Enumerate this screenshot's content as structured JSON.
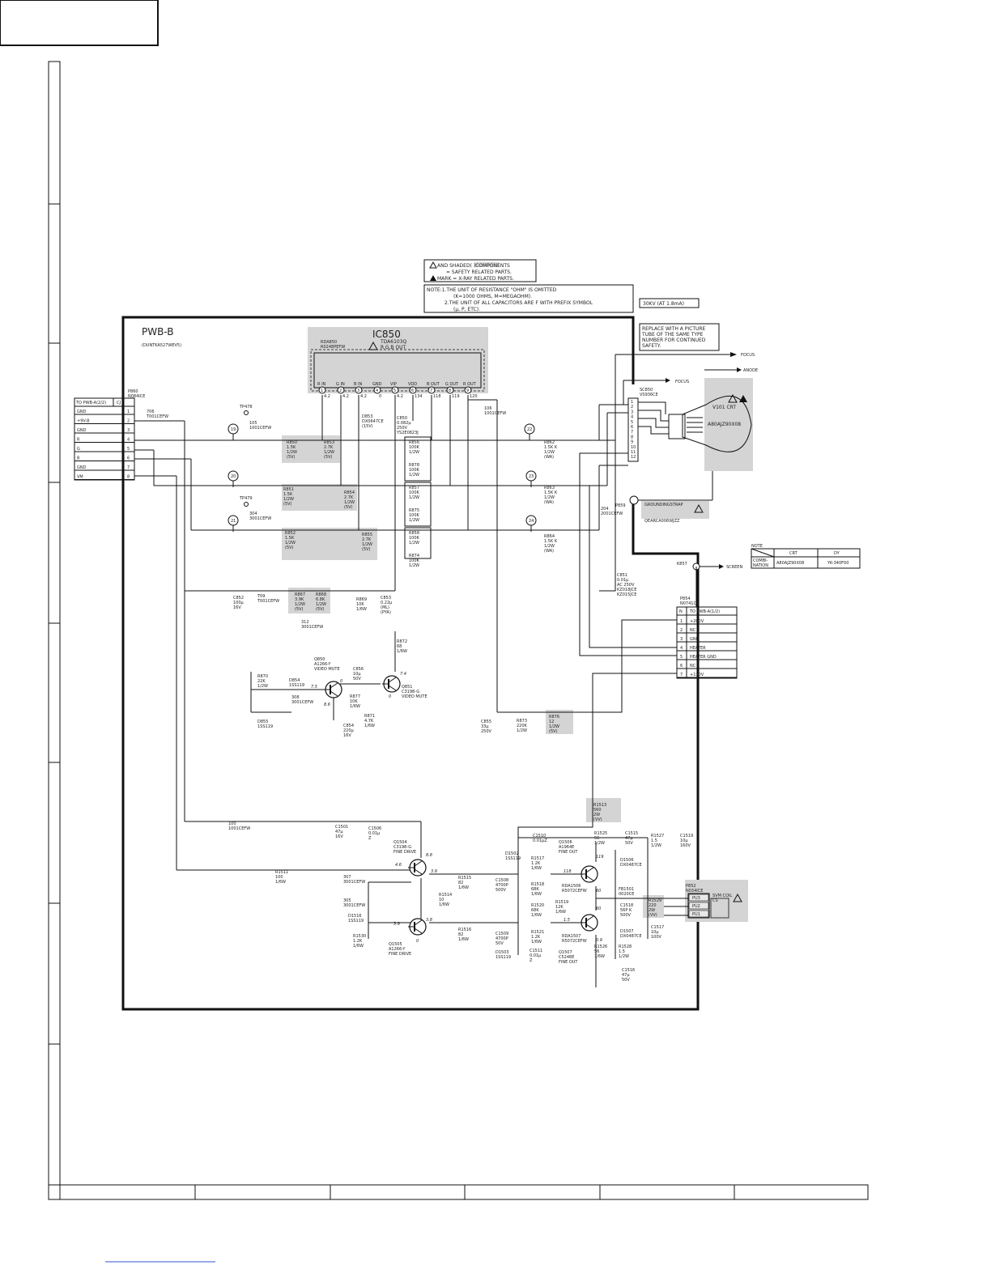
{
  "board": {
    "name": "PWB-B",
    "code": "(DUNTKA527WEV5)"
  },
  "notes": {
    "safety_1": "AND SHADED(        )COMPONENTS",
    "safety_2": "= SAFETY RELATED PARTS.",
    "safety_3": "MARK = X-RAY RELATED PARTS.",
    "note_1": "NOTE:1.THE UNIT OF RESISTANCE \"OHM\" IS OMITTED",
    "note_2": "(K=1000 OHMS, M=MEGAOHM).",
    "note_3": "2.THE UNIT OF ALL CAPACITORS ARE F WITH PREFIX SYMBOL",
    "note_4": "(μ, P, ETC).",
    "hv": "30KV (AT 1.8mA)",
    "replace_1": "REPLACE WITH A PICTURE",
    "replace_2": "TUBE OF THE SAME TYPE",
    "replace_3": "NUMBER FOR CONTINUED",
    "replace_4": "SAFETY."
  },
  "ic": {
    "name": "IC850",
    "part": "TDA6103Q",
    "func": "R.G.B OUT",
    "alt_1": "RDA850",
    "alt_2": "R0248PEFW",
    "pins": [
      "R IN",
      "G IN",
      "B IN",
      "GND",
      "VIP",
      "VDD",
      "B OUT",
      "G OUT",
      "R OUT"
    ],
    "pin_numbers": [
      "1",
      "2",
      "3",
      "4",
      "5",
      "6",
      "7",
      "8",
      "9"
    ],
    "pin_volts": [
      "4.2",
      "4.2",
      "4.2",
      "0",
      "4.2",
      "134",
      "118",
      "119",
      "120"
    ]
  },
  "connector_in": {
    "ref": "P860",
    "part": "N084ICE",
    "header": "TO PWB-A(2/2)",
    "header_id": "CJ",
    "pins": [
      {
        "name": "GND",
        "num": "1"
      },
      {
        "name": "+9V-B",
        "num": "2"
      },
      {
        "name": "GND",
        "num": "3"
      },
      {
        "name": "R",
        "num": "4"
      },
      {
        "name": "G",
        "num": "5"
      },
      {
        "name": "B",
        "num": "6"
      },
      {
        "name": "GND",
        "num": "7"
      },
      {
        "name": "VM",
        "num": "8"
      }
    ]
  },
  "connector_out": {
    "ref": "P854",
    "part": "N0741CE",
    "header_id": "N",
    "header": "TO PWB-A(1/2)",
    "pins": [
      {
        "num": "1",
        "name": "+200V"
      },
      {
        "num": "2",
        "name": "NC"
      },
      {
        "num": "3",
        "name": "GND"
      },
      {
        "num": "4",
        "name": "HEATER"
      },
      {
        "num": "5",
        "name": "HEATER GND"
      },
      {
        "num": "6",
        "name": "NC"
      },
      {
        "num": "7",
        "name": "+130V"
      }
    ]
  },
  "socket": {
    "ref": "SC850",
    "part": "VS936CE",
    "pins": [
      "1",
      "2",
      "3",
      "4",
      "5",
      "6",
      "7",
      "8",
      "9",
      "10",
      "11",
      "12"
    ]
  },
  "crt": {
    "ref": "V101 CRT",
    "part": "A80AJZ90X08",
    "focus": "FOCUS",
    "anode": "ANODE",
    "focus2": "FOCUS",
    "screen": "SCREEN"
  },
  "ground": {
    "ref": "P859",
    "label": "GROUNDINGSTRAP",
    "part": "QEARCA006WJZZ"
  },
  "k857": "K857",
  "combination": {
    "title": "NOTE",
    "col1": "CRT",
    "col2": "DY",
    "row_label_1": "COMBI-",
    "row_label_2": "NATION",
    "crt": "A80AJZ90X08",
    "dy": "YK-340F00"
  },
  "svm": {
    "ref": "P852",
    "part": "N034ICE",
    "coil": "SVM COIL",
    "coil_ref": "CS",
    "pins": [
      "PU3",
      "PU2",
      "PU1"
    ]
  },
  "tp": [
    "TP478",
    "TP479"
  ],
  "nodes": [
    "19",
    "20",
    "21",
    "22",
    "23",
    "24"
  ],
  "parts": {
    "r850": [
      "R850",
      "1.5K",
      "1/2W",
      "(5V)"
    ],
    "r853": [
      "R853",
      "2.7K",
      "1/2W",
      "(5V)"
    ],
    "r851": [
      "R851",
      "1.5K",
      "1/2W",
      "(5V)"
    ],
    "r854": [
      "R854",
      "2.7K",
      "1/2W",
      "(5V)"
    ],
    "r852": [
      "R852",
      "1.5K",
      "1/2W",
      "(5V)"
    ],
    "r855": [
      "R855",
      "2.7K",
      "1/2W",
      "(5V)"
    ],
    "r856": [
      "R856",
      "100K",
      "1/2W"
    ],
    "r878": [
      "R878",
      "100K",
      "1/2W"
    ],
    "r857": [
      "R857",
      "100K",
      "1/2W"
    ],
    "r875": [
      "R875",
      "100K",
      "1/2W"
    ],
    "r858": [
      "R858",
      "100K",
      "1/2W"
    ],
    "r874": [
      "R874",
      "100K",
      "1/2W"
    ],
    "r862": [
      "R862",
      "1.5K K",
      "1/2W",
      "(WA)"
    ],
    "r863": [
      "R863",
      "1.5K K",
      "1/2W",
      "(WA)"
    ],
    "r864": [
      "R864",
      "1.5K K",
      "1/2W",
      "(WA)"
    ],
    "c850": [
      "C850",
      "0.082μ",
      "250V",
      "YS2E0823J"
    ],
    "d853": [
      "D853",
      "DX0647CE",
      "(15V)"
    ],
    "j105": [
      "105",
      "1001CEFW"
    ],
    "j106": [
      "106",
      "1001CEFW"
    ],
    "j706": [
      "706",
      "T001CEFW"
    ],
    "j304": [
      "304",
      "3001CEFW"
    ],
    "j204": [
      "204",
      "2001CEFW"
    ],
    "c851": [
      "C851",
      "0.01μ",
      "AC 250V",
      "KZ018JCE",
      "KZ015JCE"
    ],
    "c852": [
      "C852",
      "100μ",
      "16V"
    ],
    "t09": [
      "T09",
      "T001CEFW"
    ],
    "r867": [
      "R867",
      "3.9K",
      "1/2W",
      "(5V)"
    ],
    "r868": [
      "R868",
      "6.8K",
      "1/2W",
      "(5V)"
    ],
    "r869": [
      "R869",
      "10K",
      "1/6W"
    ],
    "c853": [
      "C853",
      "0.22μ",
      "(ML)",
      "(PYA)"
    ],
    "j312": [
      "312",
      "3001CEFW"
    ],
    "r872": [
      "R872",
      "68",
      "1/6W"
    ],
    "q850": [
      "Q850",
      "A1266-Y",
      "VIDEO MUTE"
    ],
    "q851": [
      "Q851",
      "C3198-G",
      "VIDEO MUTE"
    ],
    "c856": [
      "C856",
      "10μ",
      "50V"
    ],
    "r870": [
      "R870",
      "22K",
      "1/2W"
    ],
    "d854": [
      "D854",
      "1SS119"
    ],
    "j308": [
      "308",
      "3001CEFW"
    ],
    "d855": [
      "D855",
      "1SS119"
    ],
    "r877": [
      "R877",
      "10K",
      "1/6W"
    ],
    "r871": [
      "R871",
      "4.7K",
      "1/6W"
    ],
    "c854": [
      "C854",
      "220μ",
      "16V"
    ],
    "c855": [
      "C855",
      "33μ",
      "250V"
    ],
    "r873": [
      "R873",
      "220K",
      "1/2W"
    ],
    "r876": [
      "R876",
      "12",
      "1/2W",
      "(5V)"
    ],
    "r1513": [
      "R1513",
      "560",
      "2W",
      "(VV)"
    ],
    "j100": [
      "100",
      "1001CEFW"
    ],
    "c1501": [
      "C1501",
      "47μ",
      "16V"
    ],
    "c1506": [
      "C1506",
      "0.01μ",
      "Z"
    ],
    "q1504": [
      "Q1504",
      "C3198-G",
      "FINE DRIVE"
    ],
    "c1510": [
      "C1510",
      "0.01μZ"
    ],
    "q1506": [
      "Q1506",
      "A1964E",
      "FINE OUT"
    ],
    "r1525": [
      "R1525",
      "56",
      "1/2W"
    ],
    "c1515": [
      "C1515",
      "47μ",
      "50V"
    ],
    "r1527": [
      "R1527",
      "1.5",
      "1/2W"
    ],
    "c1519": [
      "C1519",
      "10μ",
      "160V"
    ],
    "d1502": [
      "D1502",
      "1SS119"
    ],
    "r1517": [
      "R1517",
      "1.2K",
      "1/6W"
    ],
    "d1506": [
      "D1506",
      "DX0487CE"
    ],
    "r1511": [
      "R1511",
      "100",
      "1/6W"
    ],
    "j307": [
      "307",
      "3001CEFW"
    ],
    "r1515": [
      "R1515",
      "82",
      "1/6W"
    ],
    "c1508": [
      "C1508",
      "4700P",
      "500V"
    ],
    "r1518": [
      "R1518",
      "68K",
      "1/6W"
    ],
    "rda1506": [
      "RDA1506",
      "R5072CEFW"
    ],
    "fb1501": [
      "FB1501",
      "0020CE"
    ],
    "r1529": [
      "R1529",
      "220",
      "2W",
      "(VV)"
    ],
    "j305": [
      "305",
      "3001CEFW"
    ],
    "r1514": [
      "R1514",
      "10",
      "1/6W"
    ],
    "r1519": [
      "R1519",
      "12K",
      "1/6W"
    ],
    "c1518": [
      "C1518",
      "56P K",
      "500V"
    ],
    "r1520": [
      "R1520",
      "68K",
      "1/6W"
    ],
    "d1516": [
      "D1516",
      "1SS119"
    ],
    "d1507": [
      "D1507",
      "DX0487CE"
    ],
    "c1517": [
      "C1517",
      "10μ",
      "100V"
    ],
    "r1516": [
      "R1516",
      "82",
      "1/6W"
    ],
    "c1509": [
      "C1509",
      "4700P",
      "50V"
    ],
    "r1521": [
      "R1521",
      "1.2K",
      "1/6W"
    ],
    "rda1507": [
      "RDA1507",
      "R5072CEFW"
    ],
    "r1530": [
      "R1530",
      "1.2K",
      "1/6W"
    ],
    "q1505": [
      "Q1505",
      "A1266-Y",
      "FINE DRIVE"
    ],
    "d1503": [
      "D1503",
      "1SS119"
    ],
    "c1511": [
      "C1511",
      "0.01μ",
      "Z"
    ],
    "q1507": [
      "Q1507",
      "C5248E",
      "FINE OUT"
    ],
    "r1526": [
      "R1526",
      "56",
      "1/6W"
    ],
    "r1528": [
      "R1528",
      "1.5",
      "1/2W"
    ],
    "c1516": [
      "C1516",
      "47μ",
      "50V"
    ]
  },
  "volts": {
    "q850_b": "7.5",
    "q850_e": "0",
    "q850_c": "8.6",
    "q851_c": "7.4",
    "q851_e": "0",
    "q1504_c": "8.8",
    "q1504_b": "4.6",
    "q1504_e": "3.9",
    "q1505_b": "3.9",
    "q1505_e": "3.8",
    "q1505_c": "0",
    "q1506_c": "119",
    "q1506_b": "118",
    "q1506_e": "60",
    "q1507_b": "1.5",
    "q1507_c": "60",
    "q1507_e": "0.9"
  }
}
